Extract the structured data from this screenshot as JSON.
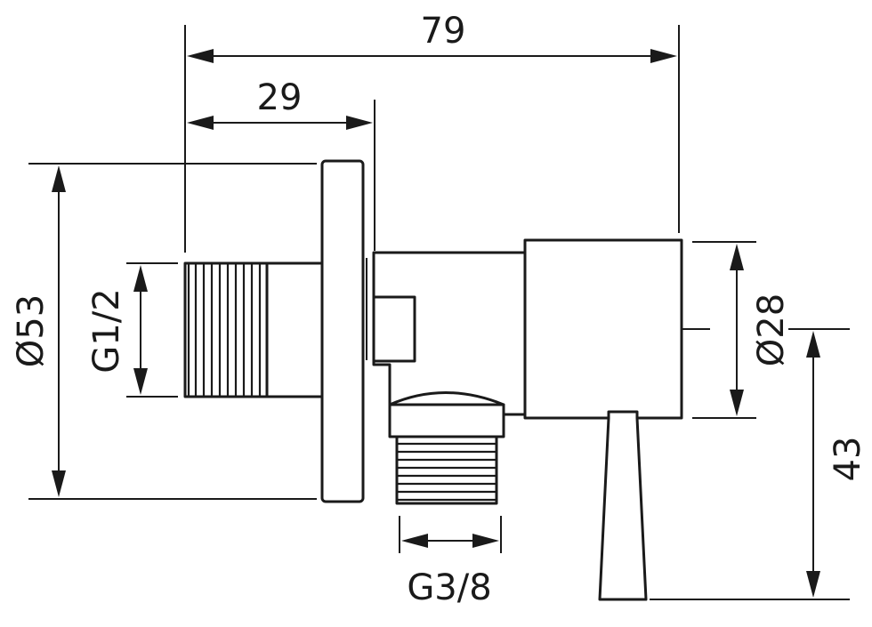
{
  "drawing": {
    "dimensions": {
      "overall_length": "79",
      "flange_to_body": "29",
      "flange_diameter": "Ø53",
      "inlet_thread": "G1/2",
      "body_diameter": "Ø28",
      "handle_height": "43",
      "outlet_thread": "G3/8"
    }
  }
}
